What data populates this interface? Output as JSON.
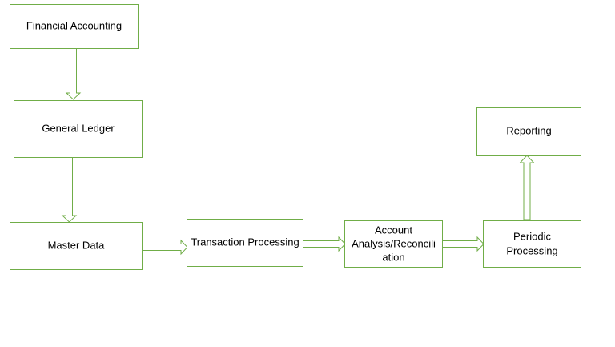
{
  "diagram": {
    "accent_color": "#70ad47",
    "nodes": {
      "financial_accounting": {
        "lines": [
          "Financial Accounting"
        ]
      },
      "general_ledger": {
        "lines": [
          "General Ledger"
        ]
      },
      "master_data": {
        "lines": [
          "Master Data"
        ]
      },
      "transaction_processing": {
        "lines": [
          "Transaction Processing"
        ]
      },
      "account_analysis": {
        "lines": [
          "Account",
          "Analysis/Reconcili",
          "ation"
        ]
      },
      "periodic_processing": {
        "lines": [
          "Periodic",
          "Processing"
        ]
      },
      "reporting": {
        "lines": [
          "Reporting"
        ]
      }
    },
    "edges": [
      {
        "from": "financial_accounting",
        "to": "general_ledger"
      },
      {
        "from": "general_ledger",
        "to": "master_data"
      },
      {
        "from": "master_data",
        "to": "transaction_processing"
      },
      {
        "from": "transaction_processing",
        "to": "account_analysis"
      },
      {
        "from": "account_analysis",
        "to": "periodic_processing"
      },
      {
        "from": "periodic_processing",
        "to": "reporting"
      }
    ]
  }
}
